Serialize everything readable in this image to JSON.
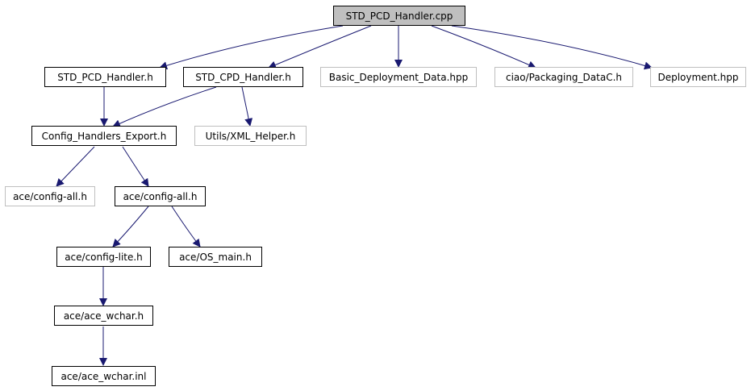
{
  "colors": {
    "edge": "#191970",
    "root_fill": "#bfbfbf",
    "node_border": "#000000",
    "external_border": "#bfbfbf"
  },
  "nodes": {
    "std_pcd_handler_cpp": "STD_PCD_Handler.cpp",
    "std_pcd_handler_h": "STD_PCD_Handler.h",
    "std_cpd_handler_h": "STD_CPD_Handler.h",
    "basic_deployment_data_hpp": "Basic_Deployment_Data.hpp",
    "ciao_packaging_datac_h": "ciao/Packaging_DataC.h",
    "deployment_hpp": "Deployment.hpp",
    "config_handlers_export_h": "Config_Handlers_Export.h",
    "utils_xml_helper_h": "Utils/XML_Helper.h",
    "ace_config_all_h_external": "ace/config-all.h",
    "ace_config_all_h": "ace/config-all.h",
    "ace_config_lite_h": "ace/config-lite.h",
    "ace_os_main_h": "ace/OS_main.h",
    "ace_ace_wchar_h": "ace/ace_wchar.h",
    "ace_ace_wchar_inl": "ace/ace_wchar.inl"
  }
}
